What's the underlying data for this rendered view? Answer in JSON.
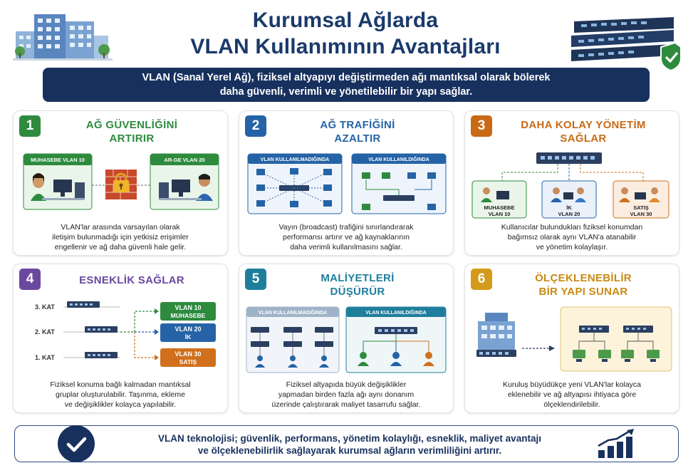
{
  "header": {
    "title_line1": "Kurumsal Ağlarda",
    "title_line2": "VLAN Kullanımının Avantajları",
    "intro_line1": "VLAN (Sanal Yerel Ağ), fiziksel altyapıyı değiştirmeden ağı mantıksal olarak bölerek",
    "intro_line2": "daha güvenli, verimli ve yönetilebilir bir yapı sağlar."
  },
  "cards": [
    {
      "number": "1",
      "title_lines": [
        "AĞ GÜVENLİĞİNİ",
        "ARTIRIR"
      ],
      "labels": [
        "MUHASEBE VLAN 10",
        "AR-GE VLAN 20"
      ],
      "desc_lines": [
        "VLAN'lar arasında varsayılan olarak",
        "iletişim bulunmadığı için yetkisiz erişimler",
        "engellenir ve ağ daha güvenli hale gelir."
      ],
      "color": "#2e8b3e",
      "icons": [
        "building-icon",
        "padlock-icon",
        "user-icon"
      ]
    },
    {
      "number": "2",
      "title_lines": [
        "AĞ TRAFİĞİNİ",
        "AZALTIR"
      ],
      "labels": [
        "VLAN KULLANILMADIĞINDA",
        "VLAN KULLANILDIĞINDA"
      ],
      "desc_lines": [
        "Vayın (broadcast) trafiğini sınırlandırarak",
        "performansı artırır ve ağ kaynaklarının",
        "daha verimli kullanılmasını sağlar."
      ],
      "color": "#2563a6"
    },
    {
      "number": "3",
      "title_lines": [
        "DAHA KOLAY YÖNETİM",
        "SAĞLAR"
      ],
      "labels": [
        "MUHASEBE",
        "VLAN 10",
        "İK",
        "VLAN 20",
        "SATIŞ",
        "VLAN 30"
      ],
      "desc_lines": [
        "Kullanıcılar bulundukları fiziksel konumdan",
        "bağımsız olarak aynı VLAN'a atanabilir",
        "ve yönetim kolaylaşır."
      ],
      "color": "#c96a15"
    },
    {
      "number": "4",
      "title_lines": [
        "ESNEKLİK SAĞLAR"
      ],
      "floors": [
        "3. KAT",
        "2. KAT",
        "1. KAT"
      ],
      "vlans": [
        {
          "name": "VLAN 10",
          "dept": "MUHASEBE",
          "color": "#2e8b3e"
        },
        {
          "name": "VLAN 20",
          "dept": "İK",
          "color": "#2563a6"
        },
        {
          "name": "VLAN 30",
          "dept": "SATIŞ",
          "color": "#d0701c"
        }
      ],
      "desc_lines": [
        "Fiziksel konuma bağlı kalmadan mantıksal",
        "gruplar oluşturulabilir. Taşınma, ekleme",
        "ve değişiklikler kolayca yapılabilir."
      ],
      "color": "#6b48a0"
    },
    {
      "number": "5",
      "title_lines": [
        "MALİYETLERİ",
        "DÜŞÜRÜR"
      ],
      "labels": [
        "VLAN KULLANILMADIĞINDA",
        "VLAN KULLANILDIĞINDA"
      ],
      "desc_lines": [
        "Fiziksel altyapıda büyük değişiklikler",
        "yapmadan birden fazla ağı aynı donanım",
        "üzerinde çalıştırarak maliyet tasarrufu sağlar."
      ],
      "color": "#1f7e9c"
    },
    {
      "number": "6",
      "title_lines": [
        "ÖLÇEKLENEBİLİR",
        "BİR YAPI SUNAR"
      ],
      "desc_lines": [
        "Kuruluş büyüdükçe yeni VLAN'lar kolayca",
        "eklenebilir ve ağ altyapısı ihtiyaca göre",
        "ölçeklendirilebilir."
      ],
      "color": "#c98a12"
    }
  ],
  "footer": {
    "line1": "VLAN teknolojisi; güvenlik, performans, yönetim kolaylığı, esneklik, maliyet avantajı",
    "line2": "ve ölçeklenebilirlik sağlayarak kurumsal ağların verimliliğini artırır.",
    "icons": [
      "checkmark-icon",
      "growth-chart-icon"
    ]
  }
}
